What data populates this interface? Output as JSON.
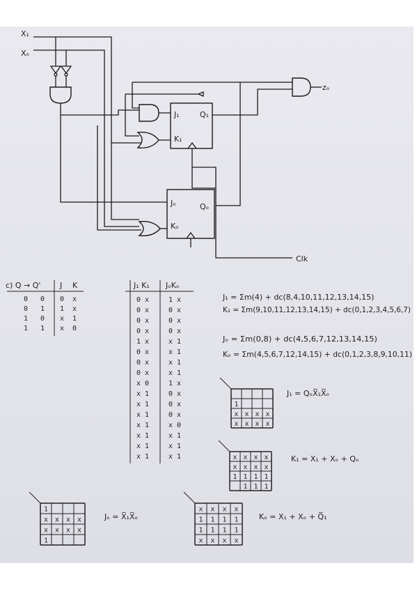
{
  "circuit": {
    "inputs": [
      "X₁",
      "Xₒ"
    ],
    "ff_top": {
      "j": "J₁",
      "k": "K₁",
      "q": "Q₁"
    },
    "ff_bottom": {
      "j": "Jₒ",
      "k": "Kₒ",
      "q": "Qₒ"
    },
    "output": "zₒ",
    "clock": "Clk"
  },
  "transition_table": {
    "title": "c) Q → Q'",
    "headers": [
      "J",
      "K"
    ],
    "rows": [
      {
        "q": "0",
        "qn": "0",
        "j": "0",
        "k": "x"
      },
      {
        "q": "0",
        "qn": "1",
        "j": "1",
        "k": "x"
      },
      {
        "q": "1",
        "qn": "0",
        "j": "x",
        "k": "1"
      },
      {
        "q": "1",
        "qn": "1",
        "j": "x",
        "k": "0"
      }
    ]
  },
  "excitation_table": {
    "headers": [
      "J₁ K₁",
      "JₒKₒ"
    ],
    "rows": [
      [
        "0 x",
        "1 x"
      ],
      [
        "0 x",
        "0 x"
      ],
      [
        "0 x",
        "0 x"
      ],
      [
        "0 x",
        "0 x"
      ],
      [
        "1 x",
        "x 1"
      ],
      [
        "0 x",
        "x 1"
      ],
      [
        "0 x",
        "x 1"
      ],
      [
        "0 x",
        "x 1"
      ],
      [
        "x 0",
        "1 x"
      ],
      [
        "x 1",
        "0 x"
      ],
      [
        "x 1",
        "0 x"
      ],
      [
        "x 1",
        "0 x"
      ],
      [
        "x 1",
        "x 0"
      ],
      [
        "x 1",
        "x 1"
      ],
      [
        "x 1",
        "x 1"
      ],
      [
        "x 1",
        "x 1"
      ]
    ]
  },
  "equations": {
    "j1": "J₁ = Σm(4) + dc(8,4,10,11,12,13,14,15)",
    "k1": "K₁ = Σm(9,10,11,12,13,14,15) + dc(0,1,2,3,4,5,6,7)",
    "j0": "Jₒ = Σm(0,8) + dc(4,5,6,7,12,13,14,15)",
    "k0": "Kₒ = Σm(4,5,6,7,12,14,15) + dc(0,1,2,3,8,9,10,11)"
  },
  "results": {
    "j1": "J₁ = QₒX̅₁X̅ₒ",
    "k1": "K₁ = X₁ + Xₒ + Qₒ",
    "j0": "Jₒ = X̅₁X̅ₒ",
    "k0": "Kₒ = X₁ + Xₒ + Q̅₁"
  },
  "kmaps": {
    "j1": [
      [
        "",
        "",
        "",
        ""
      ],
      [
        "1",
        "",
        "",
        ""
      ],
      [
        "x",
        "x",
        "x",
        "x"
      ],
      [
        "x",
        "x",
        "x",
        "x"
      ]
    ],
    "k1": [
      [
        "x",
        "x",
        "x",
        "x"
      ],
      [
        "x",
        "x",
        "x",
        "x"
      ],
      [
        "1",
        "1",
        "1",
        "1"
      ],
      [
        "",
        "1",
        "1",
        "1"
      ]
    ],
    "j0": [
      [
        "1",
        "",
        "",
        ""
      ],
      [
        "x",
        "x",
        "x",
        "x"
      ],
      [
        "x",
        "x",
        "x",
        "x"
      ],
      [
        "1",
        "",
        "",
        ""
      ]
    ],
    "k0": [
      [
        "x",
        "x",
        "x",
        "x"
      ],
      [
        "1",
        "1",
        "1",
        "1"
      ],
      [
        "1",
        "1",
        "1",
        "1"
      ],
      [
        "x",
        "x",
        "x",
        "x"
      ]
    ]
  }
}
